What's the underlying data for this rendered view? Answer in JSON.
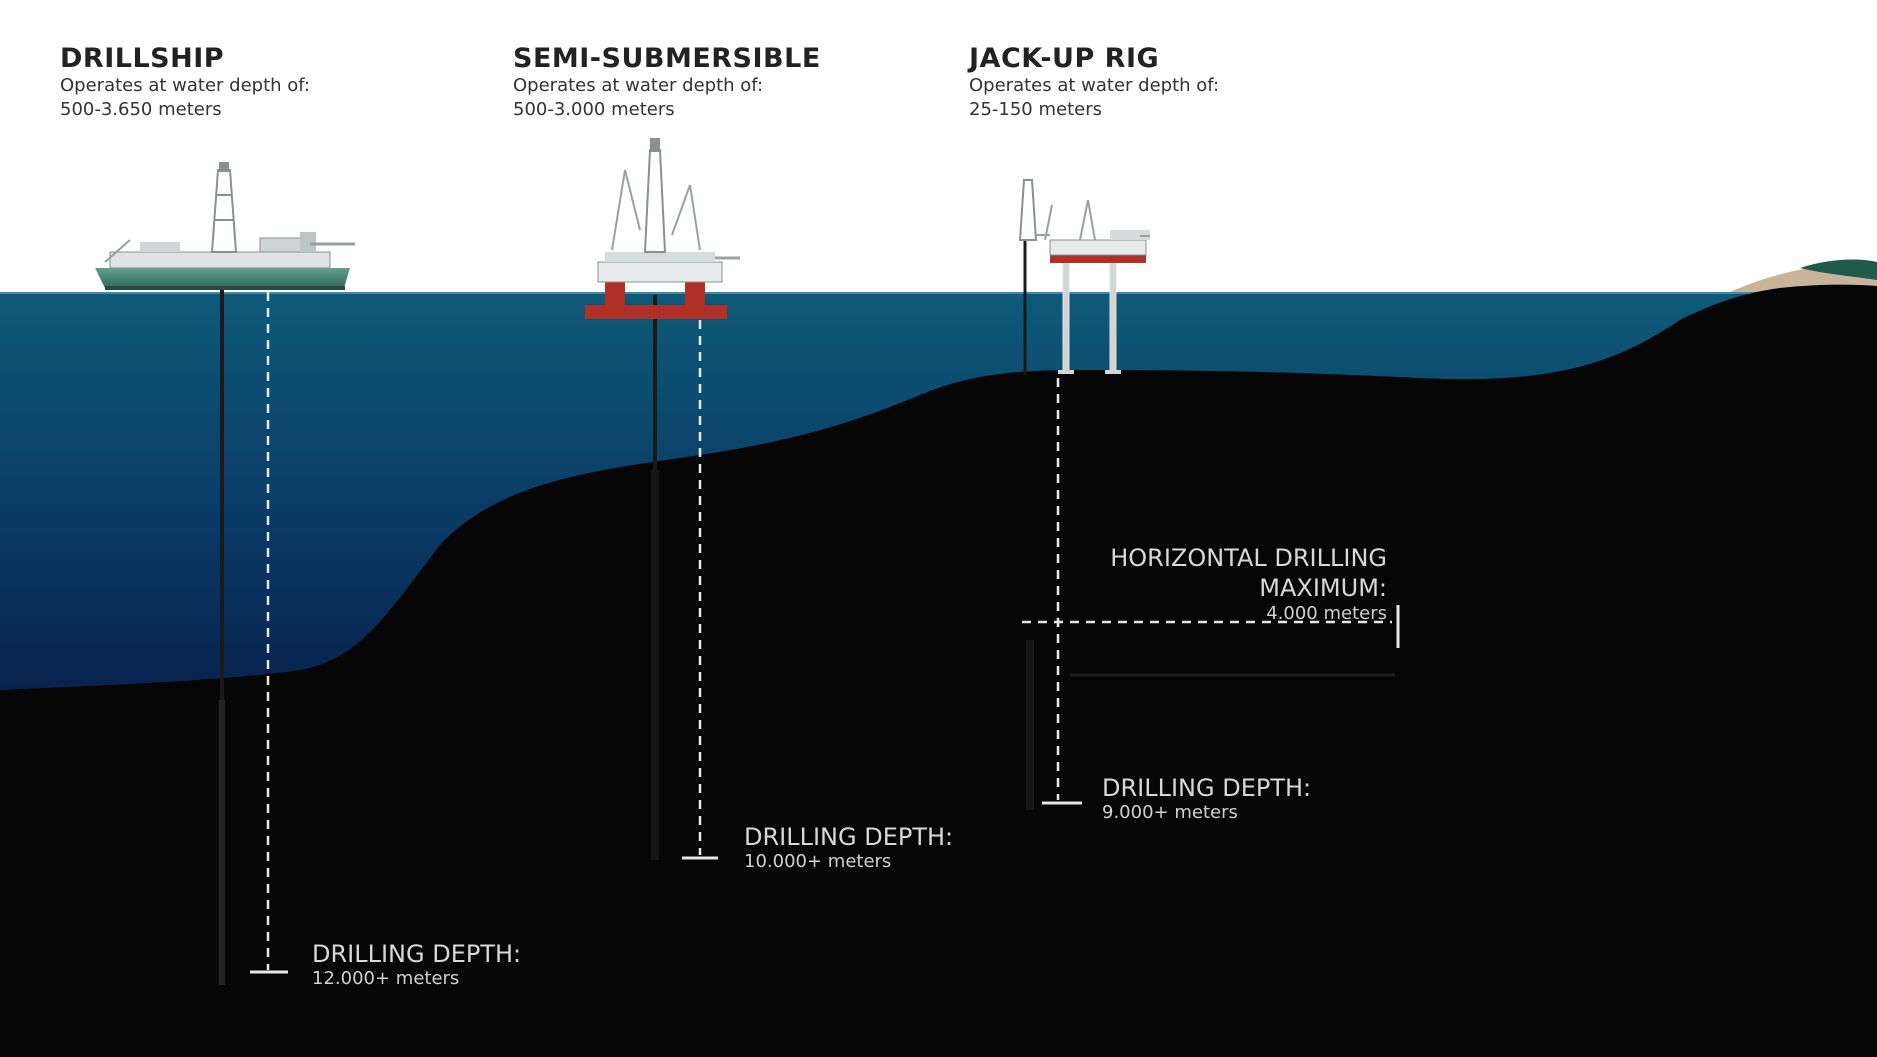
{
  "rigs": [
    {
      "id": "drillship",
      "title": "DRILLSHIP",
      "operates_label": "Operates at water depth of:",
      "water_depth": "500-3.650 meters"
    },
    {
      "id": "semi_submersible",
      "title": "SEMI-SUBMERSIBLE",
      "operates_label": "Operates at water depth of:",
      "water_depth": "500-3.000 meters"
    },
    {
      "id": "jack_up",
      "title": "JACK-UP RIG",
      "operates_label": "Operates at water depth of:",
      "water_depth": "25-150 meters"
    }
  ],
  "drilling_depths": {
    "drillship": {
      "label": "DRILLING DEPTH:",
      "value": "12.000+ meters"
    },
    "semi_submersible": {
      "label": "DRILLING DEPTH:",
      "value": "10.000+ meters"
    },
    "jack_up": {
      "label": "DRILLING DEPTH:",
      "value": "9.000+ meters"
    }
  },
  "horizontal_drilling": {
    "label_line1": "HORIZONTAL DRILLING",
    "label_line2": "MAXIMUM:",
    "value": "4.000 meters"
  },
  "colors": {
    "sky": "#ffffff",
    "water_top": "#0e5a78",
    "water_bottom": "#082a55",
    "seabed": "#060606",
    "ship_hull": "#4a8a78",
    "pontoon": "#b03028",
    "land_green": "#1f5a4a",
    "land_sand": "#c8b49a"
  }
}
